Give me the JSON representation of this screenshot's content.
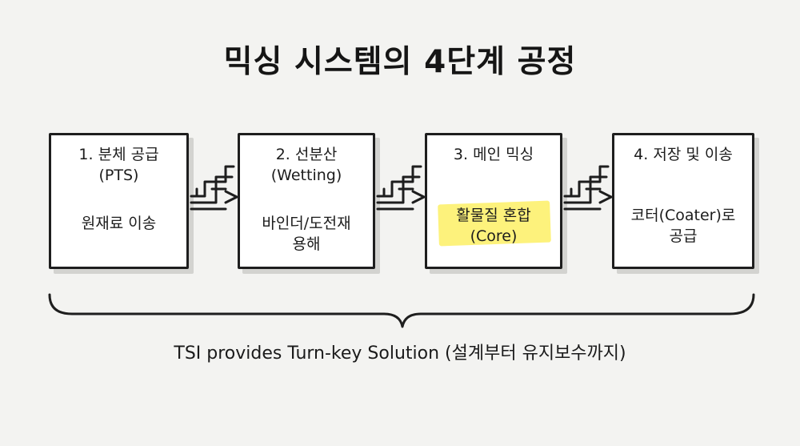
{
  "title": "믹싱 시스템의 4단계 공정",
  "steps": [
    {
      "heading": "1. 분체 공급",
      "subheading": "(PTS)",
      "desc": [
        "원재료 이송"
      ]
    },
    {
      "heading": "2. 선분산",
      "subheading": "(Wetting)",
      "desc": [
        "바인더/도전재",
        "용해"
      ]
    },
    {
      "heading": "3. 메인 믹싱",
      "subheading": "",
      "desc": [
        "활물질 혼합",
        "(Core)"
      ]
    },
    {
      "heading": "4. 저장 및 이송",
      "subheading": "",
      "desc": [
        "코터(Coater)로",
        "공급"
      ]
    }
  ],
  "highlight_color": "#fcee50",
  "footer": "TSI provides Turn-key Solution (설계부터 유지보수까지)"
}
